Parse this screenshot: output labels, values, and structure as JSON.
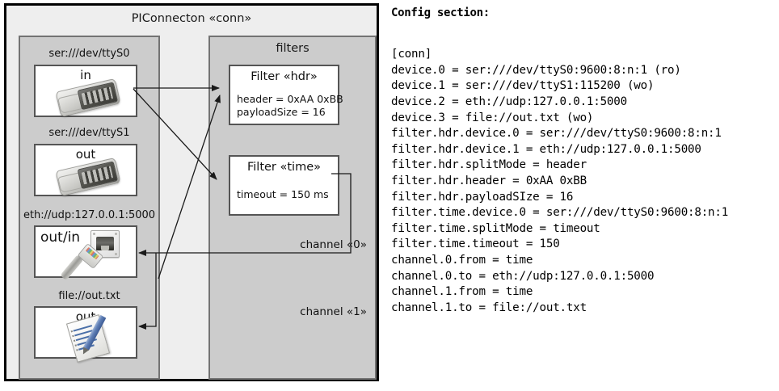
{
  "diagram": {
    "title": "PIConnecton «conn»",
    "devices_panel": {
      "items": [
        {
          "caption": "ser:///dev/ttyS0",
          "card_label": "in",
          "icon": "serial-dsub-connector-icon"
        },
        {
          "caption": "ser:///dev/ttyS1",
          "card_label": "out",
          "icon": "serial-dsub-connector-icon"
        },
        {
          "caption": "eth://udp:127.0.0.1:5000",
          "card_label": "out/in",
          "icon": "ethernet-rj45-icon"
        },
        {
          "caption": "file://out.txt",
          "card_label": "out",
          "icon": "document-pencil-icon"
        }
      ]
    },
    "filters_panel": {
      "title": "filters",
      "filters": [
        {
          "title": "Filter «hdr»",
          "props": [
            "header = 0xAA 0xBB",
            "payloadSize = 16"
          ]
        },
        {
          "title": "Filter «time»",
          "props": [
            "timeout = 150 ms"
          ]
        }
      ],
      "channels": [
        {
          "label": "channel «0»"
        },
        {
          "label": "channel «1»"
        }
      ]
    }
  },
  "config": {
    "heading": "Config section:",
    "lines": "[conn]\ndevice.0 = ser:///dev/ttyS0:9600:8:n:1 (ro)\ndevice.1 = ser:///dev/ttyS1:115200 (wo)\ndevice.2 = eth://udp:127.0.0.1:5000\ndevice.3 = file://out.txt (wo)\nfilter.hdr.device.0 = ser:///dev/ttyS0:9600:8:n:1\nfilter.hdr.device.1 = eth://udp:127.0.0.1:5000\nfilter.hdr.splitMode = header\nfilter.hdr.header = 0xAA 0xBB\nfilter.hdr.payloadSIze = 16\nfilter.time.device.0 = ser:///dev/ttyS0:9600:8:n:1\nfilter.time.splitMode = timeout\nfilter.time.timeout = 150\nchannel.0.from = time\nchannel.0.to = eth://udp:127.0.0.1:5000\nchannel.1.from = time\nchannel.1.to = file://out.txt"
  },
  "colors": {
    "canvas": "#ffffff",
    "outer_fill": "#eeeeee",
    "panel_fill": "#cccccc",
    "panel_border": "#737373",
    "card_fill": "#ffffff",
    "card_border": "#555555",
    "frame_border": "#000000",
    "arrow": "#1a1a1a"
  }
}
